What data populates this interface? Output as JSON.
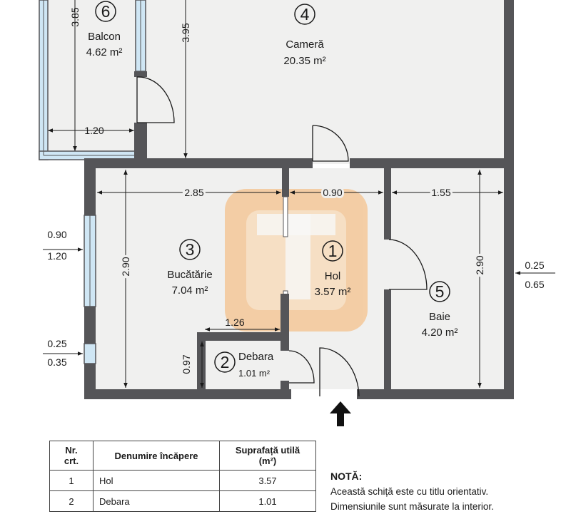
{
  "rooms": [
    {
      "num": "1",
      "name": "Hol",
      "area": "3.57 m²"
    },
    {
      "num": "2",
      "name": "Debara",
      "area": "1.01 m²"
    },
    {
      "num": "3",
      "name": "Bucătărie",
      "area": "7.04 m²"
    },
    {
      "num": "4",
      "name": "Cameră",
      "area": "20.35 m²"
    },
    {
      "num": "5",
      "name": "Baie",
      "area": "4.20 m²"
    },
    {
      "num": "6",
      "name": "Balcon",
      "area": "4.62 m²"
    }
  ],
  "dimensions": {
    "balcon_height": "3.85",
    "camera_height": "3.95",
    "balcon_width": "1.20",
    "bucatarie_width": "2.85",
    "hol_width": "0.90",
    "baie_width": "1.55",
    "bucatarie_height": "2.90",
    "baie_height": "2.90",
    "debara_width": "1.26",
    "debara_height": "0.97",
    "window1_top": "0.90",
    "window1_bottom": "1.20",
    "window2_top": "0.25",
    "window2_bottom": "0.35",
    "baie_side_top": "0.25",
    "baie_side_bottom": "0.65"
  },
  "table": {
    "headers": [
      "Nr.\ncrt.",
      "Denumire încăpere",
      "Suprafață utilă\n(m²)"
    ],
    "rows": [
      {
        "nr": "1",
        "name": "Hol",
        "area": "3.57"
      },
      {
        "nr": "2",
        "name": "Debara",
        "area": "1.01"
      }
    ]
  },
  "note": {
    "title": "NOTĂ:",
    "lines": [
      "Această schiță este cu titlu orientativ.",
      "Dimensiunile sunt măsurate la interior."
    ]
  },
  "colors": {
    "wall": "#555558",
    "floor": "#f0f0ef",
    "window": "#cfe6f4",
    "watermark": "#f59a3a"
  },
  "icons": [
    "entrance-arrow-icon",
    "watermark-logo-icon"
  ]
}
